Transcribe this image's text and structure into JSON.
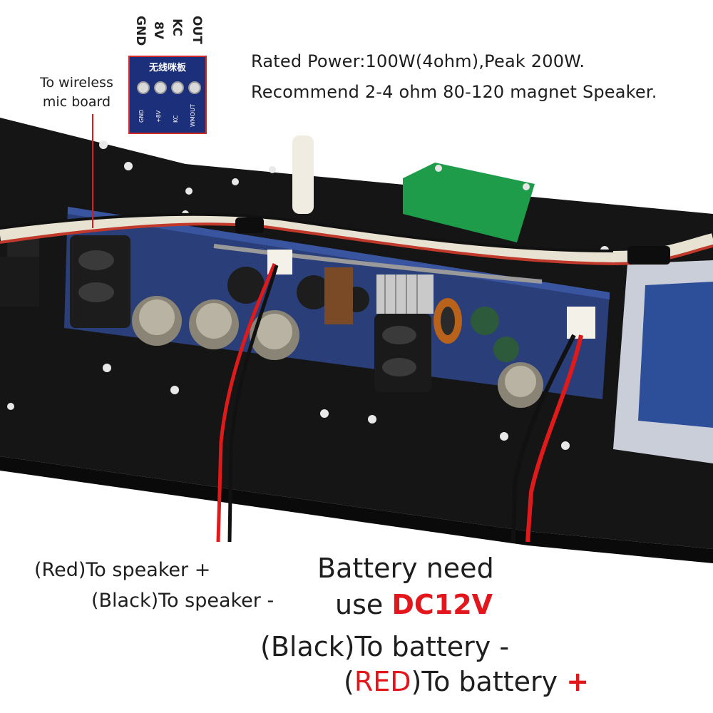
{
  "specs": {
    "line1": "Rated Power:100W(4ohm),Peak 200W.",
    "line2": "Recommend 2-4 ohm 80-120 magnet Speaker."
  },
  "mic_header": {
    "pins": [
      "GND",
      "8V",
      "KC",
      "OUT"
    ],
    "board_title": "无线咪板",
    "board_pins": [
      "GND",
      "+8V",
      "KC",
      "WMOUT"
    ],
    "caption_line1": "To wireless",
    "caption_line2": "mic board"
  },
  "speaker": {
    "red": "(Red)To speaker +",
    "black": "(Black)To speaker -"
  },
  "battery": {
    "line1": "Battery need",
    "line2_prefix": "use ",
    "line2_voltage": "DC12V",
    "black": "(Black)To battery -",
    "red_open": "(",
    "red_word": "RED",
    "red_rest": ")To battery ",
    "red_plus": "+"
  },
  "colors": {
    "accent_red": "#e3161b",
    "text": "#1e1e1e",
    "header_board": "#1c2f7a"
  }
}
